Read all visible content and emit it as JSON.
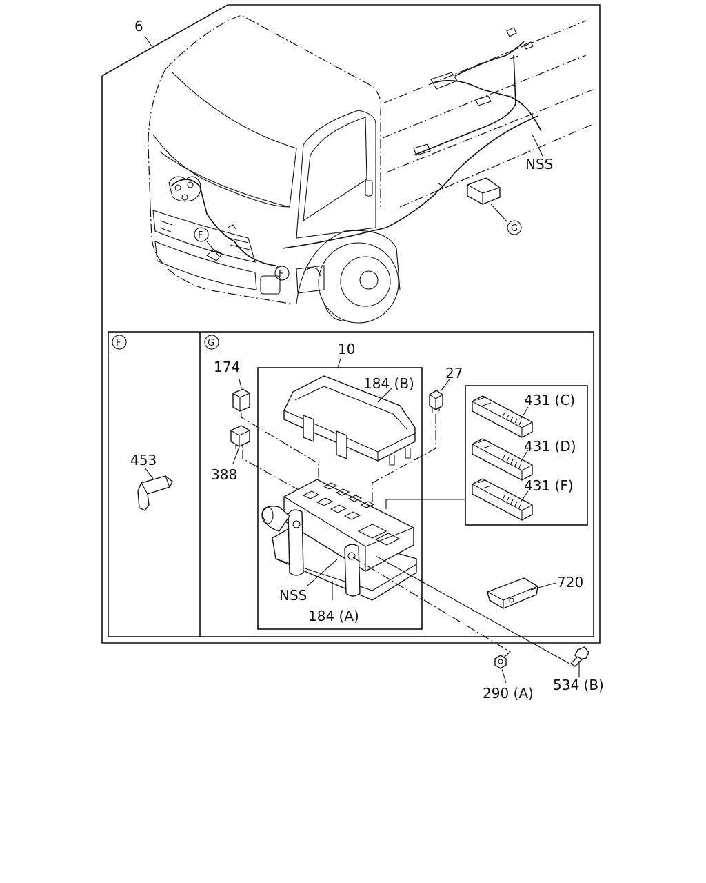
{
  "labels": {
    "assembly": "6",
    "nss_top": "NSS",
    "callout_g_top": "G",
    "callout_f1": "F",
    "callout_f2": "F",
    "section_f": "F",
    "section_g": "G",
    "part_10": "10",
    "part_174": "174",
    "part_184b": "184 (B)",
    "part_27": "27",
    "part_431c": "431 (C)",
    "part_431d": "431 (D)",
    "part_431f": "431 (F)",
    "part_388": "388",
    "part_453": "453",
    "part_720": "720",
    "nss_bottom": "NSS",
    "part_184a": "184 (A)",
    "part_290a": "290 (A)",
    "part_534b": "534 (B)"
  }
}
